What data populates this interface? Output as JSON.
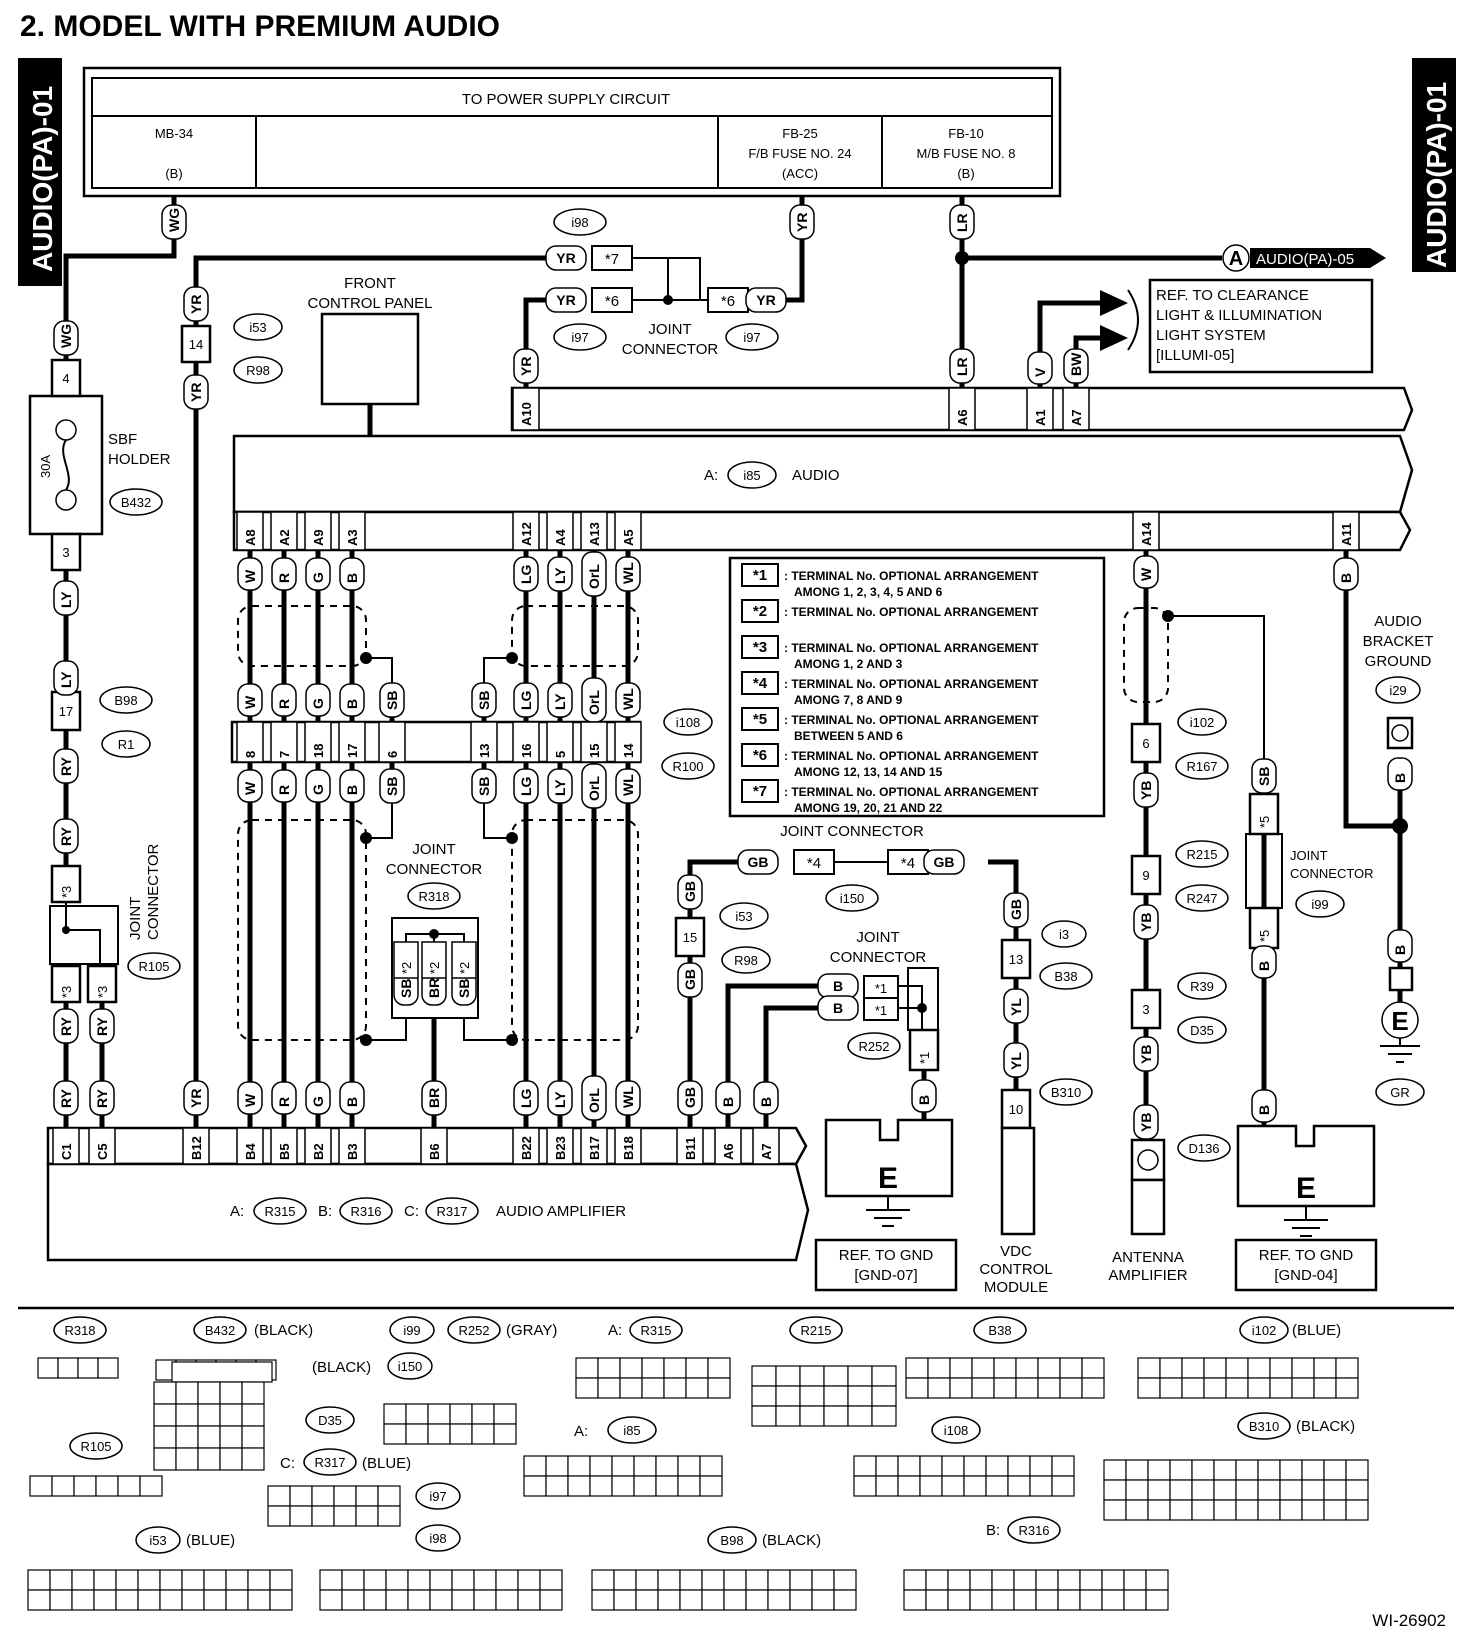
{
  "title": "2. MODEL WITH PREMIUM AUDIO",
  "side_tab": "AUDIO(PA)-01",
  "drawing_id": "WI-26902",
  "power_supply": {
    "header": "TO POWER SUPPLY CIRCUIT",
    "mb34": [
      "MB-34",
      "(B)"
    ],
    "fb25": [
      "FB-25",
      "F/B FUSE NO. 24",
      "(ACC)"
    ],
    "fb10": [
      "FB-10",
      "M/B FUSE NO. 8",
      "(B)"
    ]
  },
  "offpage": {
    "letter": "A",
    "ref": "AUDIO(PA)-05"
  },
  "clearance_ref": [
    "REF. TO CLEARANCE",
    "LIGHT & ILLUMINATION",
    "LIGHT SYSTEM",
    "[ILLUMI-05]"
  ],
  "front_panel": [
    "FRONT",
    "CONTROL PANEL"
  ],
  "sbf": {
    "rating": "30A",
    "label": [
      "SBF",
      "HOLDER"
    ],
    "conn": "B432",
    "pin_top": "4",
    "pin_bottom": "3"
  },
  "audio_unit": {
    "prefix": "A:",
    "conn": "i85",
    "name": "AUDIO"
  },
  "amplifier": {
    "prefixes": [
      "A:",
      "B:",
      "C:"
    ],
    "conns": [
      "R315",
      "R316",
      "R317"
    ],
    "name": "AUDIO AMPLIFIER"
  },
  "audio_top_pins": [
    "A10",
    "A6",
    "A1",
    "A7"
  ],
  "audio_bottom_pins": [
    "A8",
    "A2",
    "A9",
    "A3",
    "A12",
    "A4",
    "A13",
    "A5",
    "A14",
    "A11"
  ],
  "speaker_wires": {
    "colors_top": [
      "W",
      "R",
      "G",
      "B",
      "LG",
      "LY",
      "OrL",
      "WL"
    ],
    "colors_mid": [
      "W",
      "R",
      "G",
      "B",
      "SB",
      "SB",
      "LG",
      "LY",
      "OrL",
      "WL"
    ],
    "mid_pins": [
      "8",
      "7",
      "18",
      "17",
      "6",
      "13",
      "16",
      "5",
      "15",
      "14"
    ],
    "amp_colors": [
      "W",
      "R",
      "G",
      "B",
      "BR",
      "LG",
      "LY",
      "OrL",
      "WL"
    ]
  },
  "amp_pins": [
    "C1",
    "C5",
    "B12",
    "B4",
    "B5",
    "B2",
    "B3",
    "B6",
    "B22",
    "B23",
    "B17",
    "B18",
    "B11",
    "A6",
    "A7"
  ],
  "wire_colors": {
    "wg": "WG",
    "yr": "YR",
    "lr": "LR",
    "v": "V",
    "bw": "BW",
    "ly": "LY",
    "ry": "RY",
    "gb": "GB",
    "b": "B",
    "yl": "YL",
    "yb": "YB",
    "sb": "SB",
    "br": "BR",
    "w": "W"
  },
  "conn_labels": {
    "i98": "i98",
    "i97": "i97",
    "i53": "i53",
    "r98": "R98",
    "b98": "B98",
    "r1": "R1",
    "r105": "R105",
    "i108": "i108",
    "r100": "R100",
    "r318": "R318",
    "i150": "i150",
    "r252": "R252",
    "i3": "i3",
    "b38": "B38",
    "b310": "B310",
    "i102": "i102",
    "r167": "R167",
    "r215": "R215",
    "r247": "R247",
    "r39": "R39",
    "d35": "D35",
    "d136": "D136",
    "i99": "i99",
    "i29": "i29",
    "gr": "GR"
  },
  "pin_numbers": {
    "i53_top": "14",
    "b98": "17",
    "i53_gb": "15",
    "i3": "13",
    "b310": "10",
    "i102": "6",
    "r215": "9",
    "r39": "3"
  },
  "stars": [
    "*1",
    "*2",
    "*3",
    "*4",
    "*5",
    "*6",
    "*7"
  ],
  "joint_connector": "JOINT CONNECTOR",
  "joint_connector_2line": [
    "JOINT",
    "CONNECTOR"
  ],
  "ground_refs": {
    "gnd07": [
      "REF. TO GND",
      "[GND-07]"
    ],
    "gnd04": [
      "REF. TO GND",
      "[GND-04]"
    ],
    "e": "E"
  },
  "vdc": [
    "VDC",
    "CONTROL",
    "MODULE"
  ],
  "antenna": [
    "ANTENNA",
    "AMPLIFIER"
  ],
  "bracket_ground": [
    "AUDIO",
    "BRACKET",
    "GROUND"
  ],
  "legend": [
    {
      "star": "*1",
      "lines": [
        ": TERMINAL No. OPTIONAL ARRANGEMENT",
        "AMONG 1, 2, 3, 4, 5 AND 6"
      ]
    },
    {
      "star": "*2",
      "lines": [
        ": TERMINAL No. OPTIONAL ARRANGEMENT"
      ]
    },
    {
      "star": "*3",
      "lines": [
        ": TERMINAL No. OPTIONAL ARRANGEMENT",
        "AMONG 1, 2 AND 3"
      ]
    },
    {
      "star": "*4",
      "lines": [
        ": TERMINAL No. OPTIONAL ARRANGEMENT",
        "AMONG 7, 8 AND 9"
      ]
    },
    {
      "star": "*5",
      "lines": [
        ": TERMINAL No. OPTIONAL ARRANGEMENT",
        "BETWEEN 5 AND 6"
      ]
    },
    {
      "star": "*6",
      "lines": [
        ": TERMINAL No. OPTIONAL ARRANGEMENT",
        "AMONG 12, 13, 14 AND 15"
      ]
    },
    {
      "star": "*7",
      "lines": [
        ": TERMINAL No. OPTIONAL ARRANGEMENT",
        "AMONG 19, 20, 21 AND 22"
      ]
    }
  ],
  "connector_views": {
    "colors": {
      "black": "(BLACK)",
      "gray": "(GRAY)",
      "blue": "(BLUE)"
    },
    "prefix": {
      "a": "A:",
      "b": "B:",
      "c": "C:"
    },
    "r318": "R318",
    "b432": "B432",
    "i99": "i99",
    "r252": "R252",
    "i150": "i150",
    "r315": "R315",
    "r215": "R215",
    "b38": "B38",
    "i102": "i102",
    "r105": "R105",
    "d35": "D35",
    "r317": "R317",
    "i85": "i85",
    "i108": "i108",
    "b310": "B310",
    "i97": "i97",
    "i98": "i98",
    "i53": "i53",
    "b98": "B98",
    "r316": "R316"
  }
}
